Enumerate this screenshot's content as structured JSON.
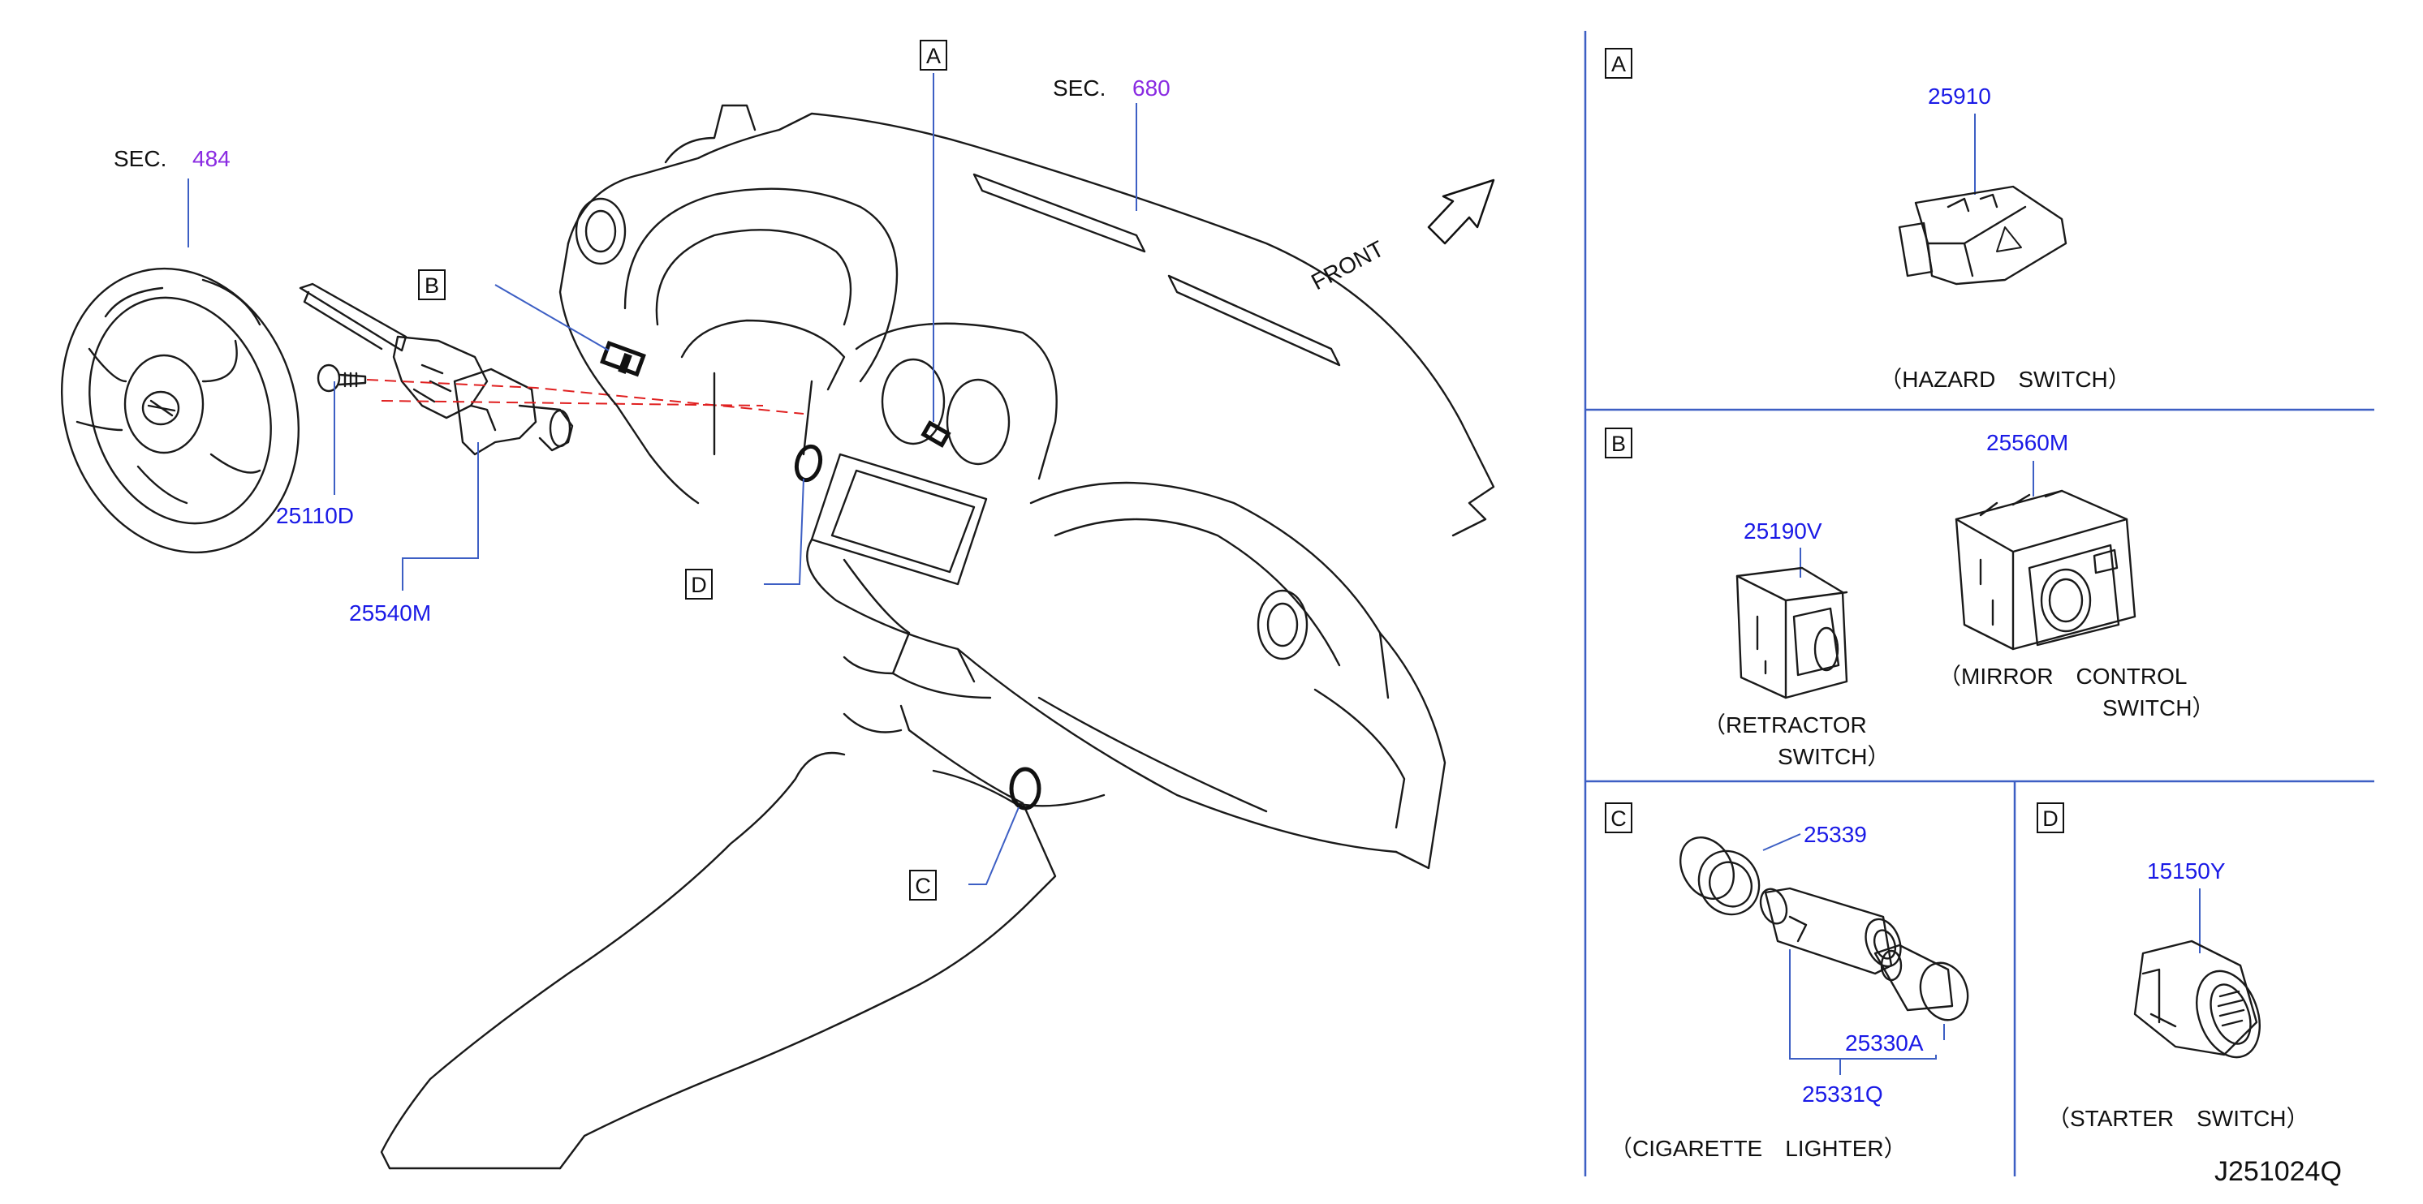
{
  "colors": {
    "part_number": "#1a1ae6",
    "section_number": "#8a2be2",
    "leader_line": "#3d5fc4",
    "drawing": "#1a1a1a",
    "dashed_guide": "#e02020"
  },
  "main_view": {
    "sec_484": {
      "prefix": "SEC.",
      "number": "484"
    },
    "sec_680": {
      "prefix": "SEC.",
      "number": "680"
    },
    "front_label": "FRONT",
    "callouts": {
      "a": "A",
      "b": "B",
      "c": "C",
      "d": "D"
    },
    "parts": {
      "p25110d": "25110D",
      "p25540m": "25540M"
    }
  },
  "panel_a": {
    "letter": "A",
    "part": "25910",
    "caption": "（HAZARD　SWITCH）"
  },
  "panel_b": {
    "letter": "B",
    "part_retractor": "25190V",
    "caption_retractor_1": "（RETRACTOR",
    "caption_retractor_2": "SWITCH）",
    "part_mirror": "25560M",
    "caption_mirror_1": "（MIRROR　CONTROL",
    "caption_mirror_2": "SWITCH）"
  },
  "panel_c": {
    "letter": "C",
    "part_1": "25339",
    "part_2": "25330A",
    "part_3": "25331Q",
    "caption": "（CIGARETTE　LIGHTER）"
  },
  "panel_d": {
    "letter": "D",
    "part": "15150Y",
    "caption": "（STARTER　SWITCH）"
  },
  "drawing_code": "J251024Q"
}
